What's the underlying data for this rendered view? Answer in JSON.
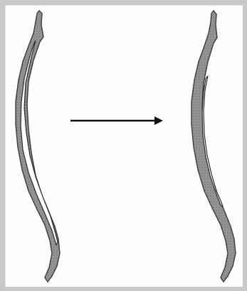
{
  "diagram": {
    "stages": [
      {
        "id": "before",
        "description_label": ""
      },
      {
        "id": "after",
        "description_label": ""
      }
    ],
    "arrow_direction": "right",
    "colors": {
      "outline": "#3a3a3a",
      "fill_texture": "#8a8a8a",
      "lumen": "#ffffff",
      "arrow": "#111111",
      "frame_border": "#c9c9c9"
    }
  }
}
